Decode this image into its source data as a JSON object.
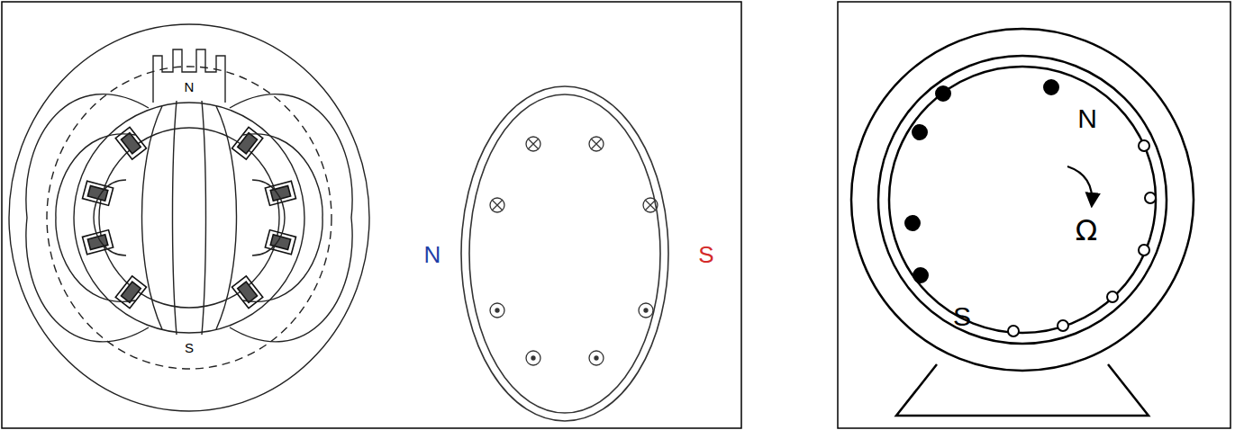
{
  "diagram": {
    "labels": [
      "N",
      "S",
      "N",
      "S",
      "N",
      "S",
      "Ω"
    ]
  }
}
